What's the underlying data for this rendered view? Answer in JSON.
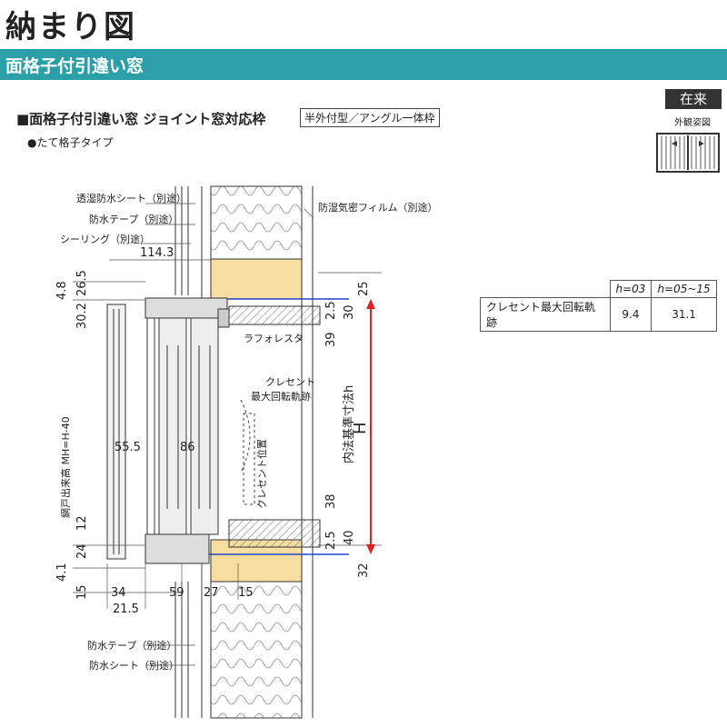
{
  "page": {
    "title": "納まり図",
    "banner": "面格子付引違い窓",
    "heading": "■面格子付引違い窓 ジョイント窓対応枠",
    "tag": "半外付型／アングル一体枠",
    "subtype": "●たて格子タイプ",
    "badge": "在来",
    "badge_caption": "外観姿図"
  },
  "table": {
    "header": [
      "h=03",
      "h=05~15"
    ],
    "row_label": "クレセント最大回転軌跡",
    "row_values": [
      "9.4",
      "31.1"
    ]
  },
  "labels": {
    "toushitsu_top": "透湿防水シート（別途）",
    "bousui_tape_top": "防水テープ（別途）",
    "sealing": "シーリング（別途）",
    "boushitsu": "防湿気密フィルム（別途）",
    "rafolesta": "ラフォレスタ",
    "crescent_track_1": "クレセント",
    "crescent_track_2": "最大回転軌跡",
    "crescent_pos": "クレセント位置",
    "amido": "網戸出来高 MH=H-40",
    "naihou": "内法基準寸法h",
    "H": "H",
    "bousui_tape_bot": "防水テープ（別途）",
    "bousui_sheet_bot": "防水シート（別途）"
  },
  "dims": {
    "d114": "114.3",
    "d4_8": "4.8",
    "d26_5": "26.5",
    "d30_2": "30.2",
    "d25": "25",
    "d2_5a": "2.5",
    "d30": "30",
    "d39": "39",
    "d55_5": "55.5",
    "d86": "86",
    "d12": "12",
    "d24": "24",
    "d38": "38",
    "d2_5b": "2.5",
    "d40": "40",
    "d32": "32",
    "d4_1": "4.1",
    "d15a": "15",
    "d34": "34",
    "d59": "59",
    "d27": "27",
    "d15b": "15",
    "d21_5": "21.5"
  }
}
